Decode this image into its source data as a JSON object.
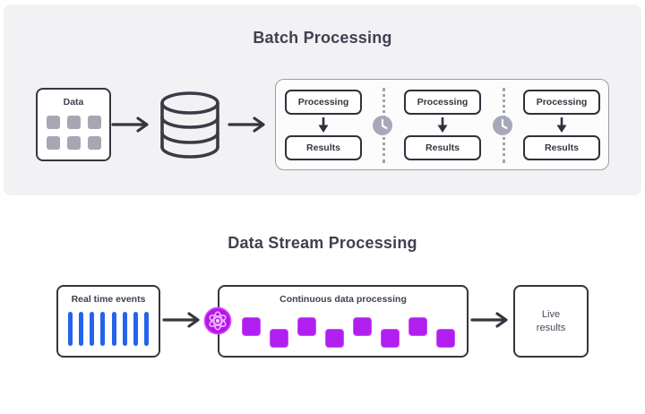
{
  "batch": {
    "title": "Batch Processing",
    "data_box": {
      "label": "Data",
      "square_count": 6,
      "square_color": "#a6a7b3"
    },
    "database_icon": "database-cylinder-icon",
    "pipeline": {
      "stages": [
        {
          "processing_label": "Processing",
          "results_label": "Results"
        },
        {
          "processing_label": "Processing",
          "results_label": "Results"
        },
        {
          "processing_label": "Processing",
          "results_label": "Results"
        }
      ],
      "separator_icon": "clock-icon"
    }
  },
  "stream": {
    "title": "Data Stream Processing",
    "events_box": {
      "label": "Real time events",
      "bar_count": 8,
      "bar_color": "#2563eb"
    },
    "atom_icon": "atom-icon",
    "processing_box": {
      "label": "Continuous data processing",
      "square_count": 8,
      "square_color": "#b01ef0"
    },
    "results_box": {
      "label": "Live results"
    }
  },
  "colors": {
    "panel_bg": "#f2f2f4",
    "stroke_dark": "#35363f",
    "accent_blue": "#2563eb",
    "accent_purple": "#b01ef0",
    "clock_gray": "#a7a8ba"
  }
}
